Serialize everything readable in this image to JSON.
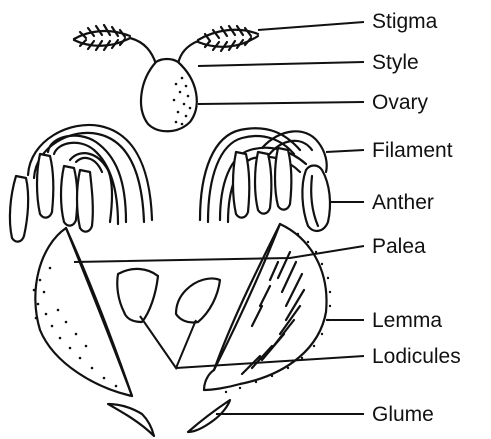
{
  "labels": {
    "stigma": "Stigma",
    "style": "Style",
    "ovary": "Ovary",
    "filament": "Filament",
    "anther": "Anther",
    "palea": "Palea",
    "lemma": "Lemma",
    "lodicules": "Lodicules",
    "glume": "Glume"
  },
  "colors": {
    "ink": "#111111",
    "background": "#ffffff"
  }
}
